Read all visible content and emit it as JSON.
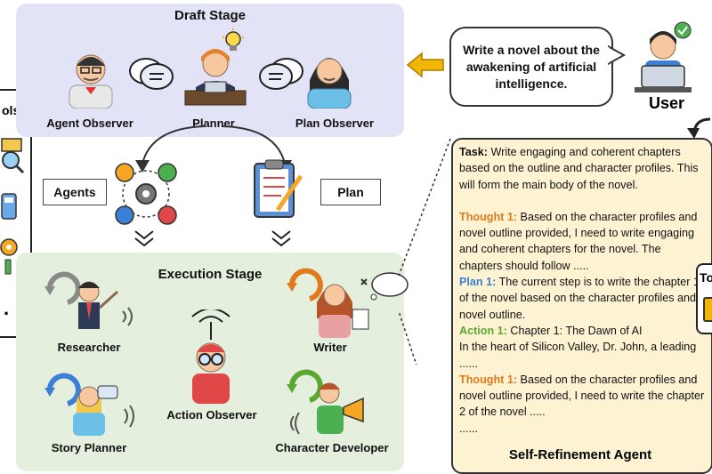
{
  "draft_stage": {
    "title": "Draft Stage",
    "agent_observer": "Agent Observer",
    "planner": "Planner",
    "plan_observer": "Plan Observer"
  },
  "middle": {
    "agents_label": "Agents",
    "plan_label": "Plan"
  },
  "execution_stage": {
    "title": "Execution Stage",
    "researcher": "Researcher",
    "writer": "Writer",
    "action_observer": "Action Observer",
    "story_planner": "Story Planner",
    "character_developer": "Character Developer"
  },
  "user": {
    "request": "Write a novel about the awakening of artificial intelligence.",
    "label": "User"
  },
  "tools_left": {
    "label": "ols",
    "dots": "."
  },
  "tools_right": {
    "label": "To"
  },
  "self_refinement": {
    "task_label": "Task:",
    "task_text": " Write engaging and coherent chapters based on the outline and character profiles. This will form the main body of the novel.",
    "thought1_label": "Thought 1:",
    "thought1_text": " Based on the character profiles and novel outline provided, I need to write engaging and coherent chapters for the novel. The chapters should follow .....",
    "plan1_label": "Plan 1:",
    "plan1_text": "  The current step is to write the chapter 1 of the novel based on the character profiles and novel outline.",
    "action1_label": "Action 1:",
    "action1_text": " Chapter 1: The Dawn of AI",
    "action1_more": "In the heart of Silicon Valley, Dr. John, a leading ......",
    "thought1b_label": "Thought 1:",
    "thought1b_text": " Based on the character profiles and novel outline provided, I need to write the chapter 2 of the novel  .....",
    "ellipsis": "......",
    "title": "Self-Refinement Agent"
  },
  "colors": {
    "draft_bg": "#e3e3f7",
    "exec_bg": "#e4efdd",
    "panel_bg": "#fdf3d3",
    "thought": "#e07a1f",
    "plan": "#3b7fd6",
    "action": "#5aa832",
    "arrow_yellow": "#f2b705"
  },
  "icons": [
    "agent-observer-icon",
    "planner-icon",
    "plan-observer-icon",
    "chat-bubble-icon",
    "lightbulb-icon",
    "agents-network-icon",
    "plan-clipboard-icon",
    "researcher-icon",
    "writer-icon",
    "action-observer-icon",
    "story-planner-icon",
    "character-developer-icon",
    "user-laptop-icon",
    "refresh-icon",
    "thought-cloud-icon"
  ]
}
